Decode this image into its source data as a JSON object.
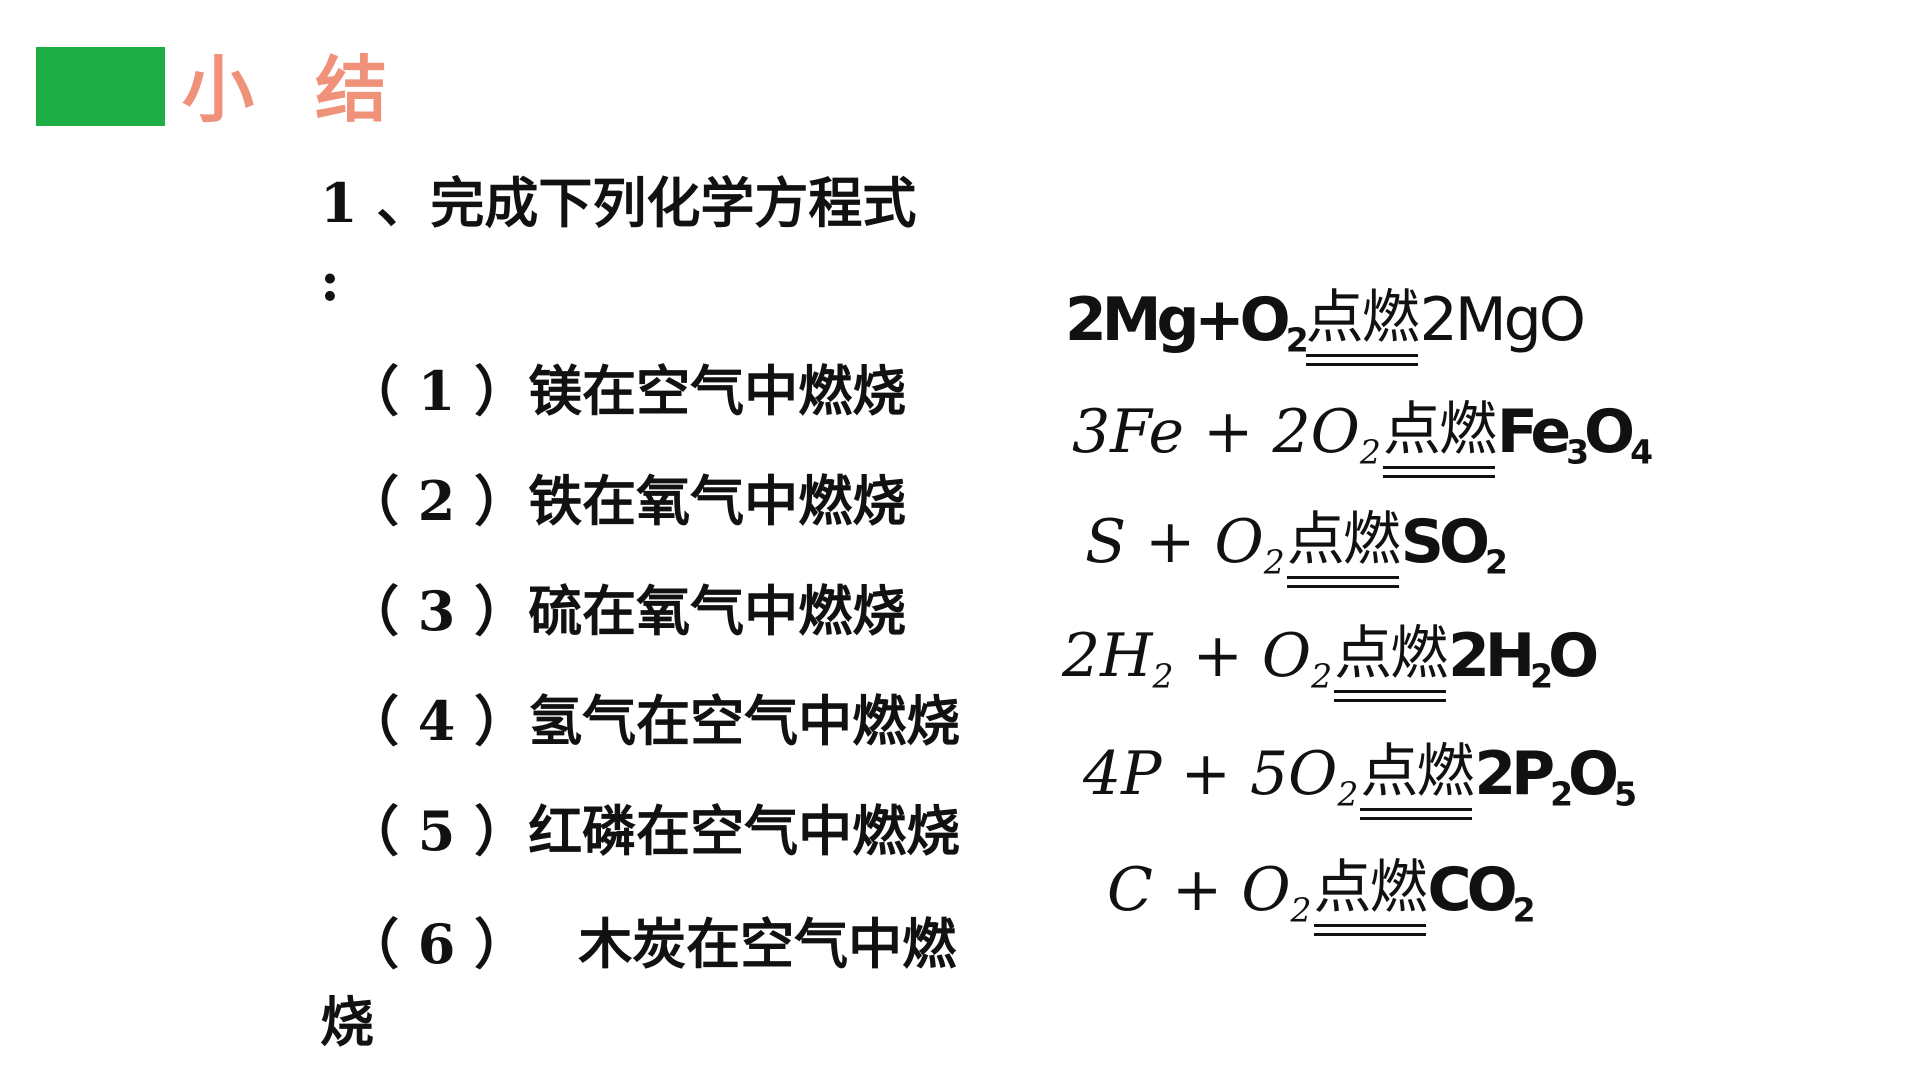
{
  "header": {
    "title": "小 结",
    "accent_color": "#1fae46",
    "title_color": "#f0917a"
  },
  "instruction": {
    "text": "1 、完成下列化学方程式",
    "colon": ":"
  },
  "items": [
    {
      "num": "（ 1 ）",
      "label": "镁在空气中燃烧"
    },
    {
      "num": "（ 2 ）",
      "label": "铁在氧气中燃烧"
    },
    {
      "num": "（ 3 ）",
      "label": "硫在氧气中燃烧"
    },
    {
      "num": "（ 4 ）",
      "label": "氢气在空气中燃烧"
    },
    {
      "num": "（ 5 ）",
      "label": "红磷在空气中燃烧"
    },
    {
      "num": "（  6 ）",
      "label": "木炭在空气中燃",
      "label_wrap": "烧"
    }
  ],
  "condition": "点燃",
  "equations": [
    {
      "reactants_html": "2Mg+O<sub>2</sub>",
      "products_html": "2MgO"
    },
    {
      "reactants_html": "3Fe + 2O<sub>2</sub>",
      "products_html": "Fe<sub>3</sub>O<sub>4</sub>"
    },
    {
      "reactants_html": "S + O<sub>2</sub>",
      "products_html": "SO<sub>2</sub>"
    },
    {
      "reactants_html": "2H<sub>2</sub> + O<sub>2</sub>",
      "products_html": "2H<sub>2</sub>O"
    },
    {
      "reactants_html": "4P + 5O<sub>2</sub>",
      "products_html": "2P<sub>2</sub>O<sub>5</sub>"
    },
    {
      "reactants_html": "C + O<sub>2</sub>",
      "products_html": "CO<sub>2</sub>"
    }
  ]
}
